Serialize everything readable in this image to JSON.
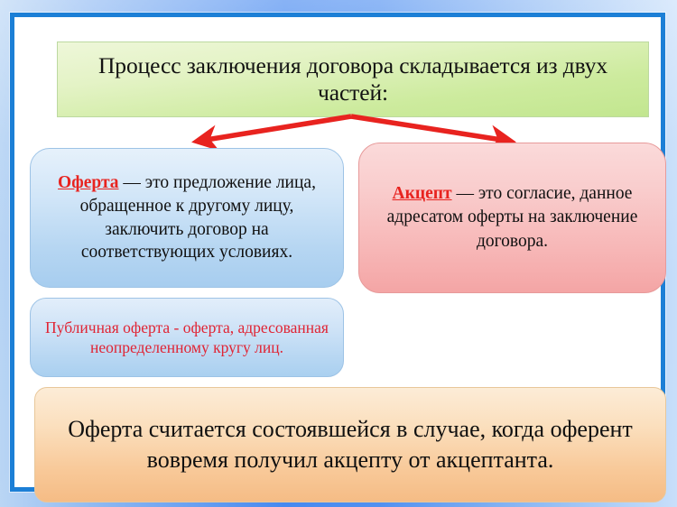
{
  "slide": {
    "title": "Процесс заключения договора складывается из двух частей:",
    "background_color": "#3f84ef",
    "frame_color": "#1c7fd6",
    "canvas_color": "#ffffff"
  },
  "title_box": {
    "text": "Процесс заключения договора складывается из двух частей:",
    "background_color": "#cdeb9e",
    "text_color": "#121212"
  },
  "arrows": {
    "color": "#e8231f",
    "left_label": "arrow-to-offer",
    "right_label": "arrow-to-accept"
  },
  "offer_box": {
    "term": "Оферта",
    "separator": " — ",
    "definition": "это предложение лица, обращенное к другому лицу, заключить договор на соответствующих условиях.",
    "background_color": "#b6d6f2",
    "term_color": "#e8231f",
    "text_color": "#101010"
  },
  "accept_box": {
    "term": "Акцепт",
    "separator": " — ",
    "definition": "это согласие, данное адресатом оферты на заключение договора.",
    "background_color": "#f7b6b6",
    "term_color": "#e8231f",
    "text_color": "#101010"
  },
  "public_offer_box": {
    "text": "Публичная оферта - оферта, адресованная неопределенному кругу лиц.",
    "background_color": "#b6d6f2",
    "text_color": "#e02434"
  },
  "bottom_box": {
    "text": "Оферта считается состоявшейся в случае, когда оферент вовремя получил акцепту от акцептанта.",
    "background_color": "#f8c999",
    "text_color": "#101010"
  }
}
